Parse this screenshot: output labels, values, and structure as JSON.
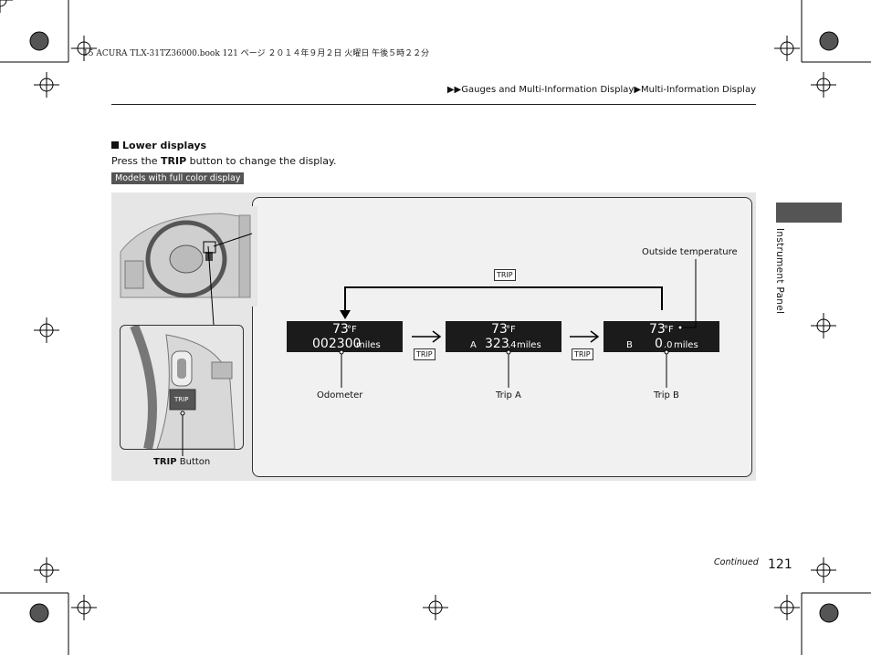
{
  "file_header": "15 ACURA TLX-31TZ36000.book  121 ページ  ２０１４年９月２日  火曜日  午後５時２２分",
  "breadcrumb": {
    "arrows": "▶▶",
    "part1": "Gauges and Multi-Information Display",
    "sep": "▶",
    "part2": "Multi-Information Display"
  },
  "section": {
    "title": "Lower displays",
    "instruction_prefix": "Press the ",
    "instruction_bold": "TRIP",
    "instruction_suffix": " button to change the display.",
    "badge": "Models with full color display"
  },
  "side_label": "Instrument Panel",
  "displays": [
    {
      "temp": "73",
      "unit": "°F",
      "letter": "",
      "value_main": "002300",
      "value_dec": "",
      "miles": "miles"
    },
    {
      "temp": "73",
      "unit": "°F",
      "letter": "A",
      "value_main": "323",
      "value_dec": ".4",
      "miles": "miles"
    },
    {
      "temp": "73",
      "unit": "°F",
      "letter": "B",
      "value_main": "0",
      "value_dec": ".0",
      "miles": "miles"
    }
  ],
  "trip_button_text": "TRIP",
  "labels": {
    "odometer": "Odometer",
    "trip_a": "Trip A",
    "trip_b": "Trip B",
    "outside_temperature": "Outside temperature",
    "trip_button_bold": "TRIP",
    "trip_button_rest": " Button",
    "button_face": "TRIP"
  },
  "footer": {
    "continued": "Continued",
    "page_number": "121"
  }
}
